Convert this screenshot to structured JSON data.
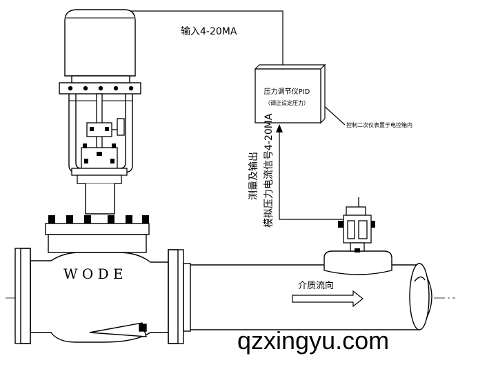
{
  "diagram": {
    "input_signal_label": "输入4-20MA",
    "controller": {
      "title": "压力调节仪PID",
      "subtitle": "（调正设定压力）"
    },
    "control_note": "控制二次仪表置于电控箱内",
    "feedback": {
      "line1": "测量及输出",
      "line2": "模拟压力电流信号4-20MA"
    },
    "valve_brand": "W O D E",
    "flow_label": "介质流向",
    "watermark": "qzxingyu.com"
  }
}
